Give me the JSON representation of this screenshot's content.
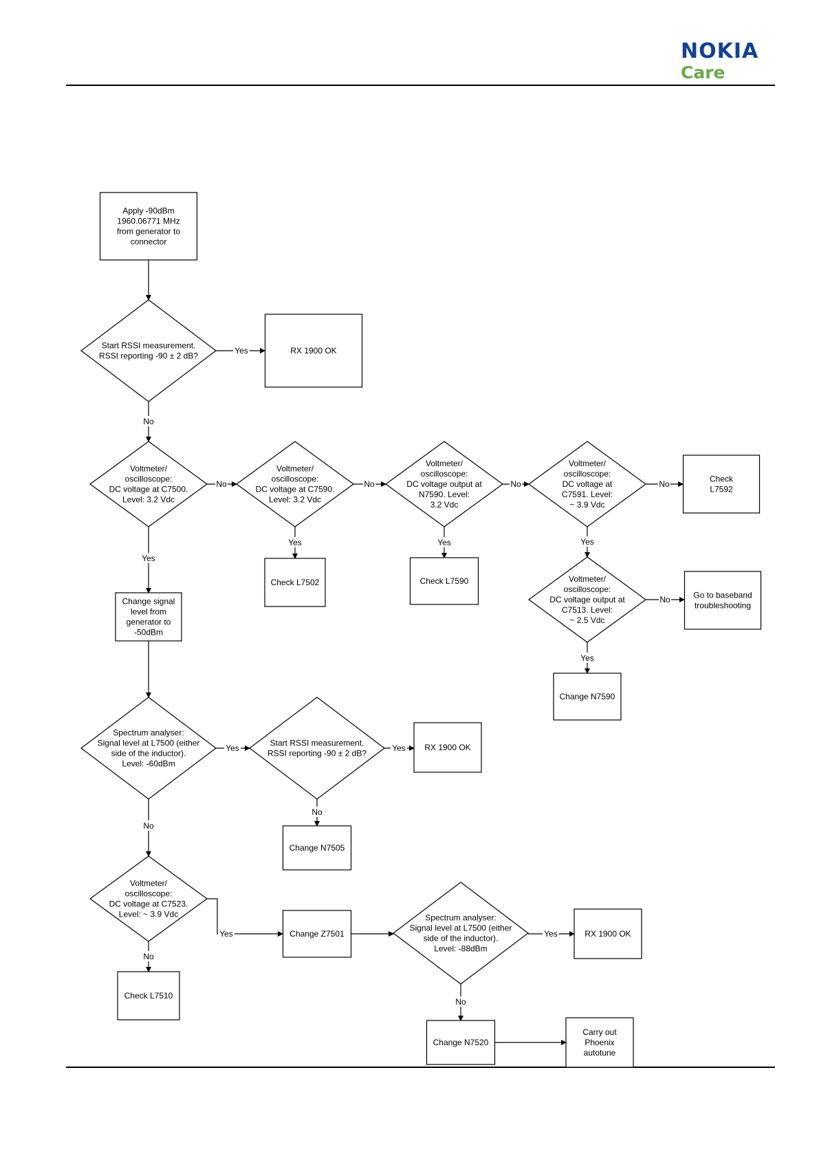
{
  "header": {
    "logo_brand": "NOKIA",
    "logo_sub": "Care",
    "brand_color": "#124191",
    "care_color": "#6aa84f"
  },
  "nodes": {
    "start": "Apply -90dBm\n1960.06771 MHz\nfrom generator to\nconnector",
    "rssi1": "Start RSSI measurement.\nRSSI reporting -90 ± 2 dB?",
    "ok1": "RX 1900 OK",
    "v_c7500": "Voltmeter/\noscilloscope:\nDC voltage at C7500.\nLevel: 3.2 Vdc",
    "v_c7590": "Voltmeter/\noscilloscope:\nDC voltage at C7590.\nLevel: 3.2 Vdc",
    "v_n7590": "Voltmeter/\noscilloscope:\nDC voltage output at\nN7590. Level:\n3.2 Vdc",
    "v_c7591": "Voltmeter/\noscilloscope:\nDC voltage at\nC7591. Level:\n~ 3.9 Vdc",
    "chk_l7592": "Check\nL7592",
    "chk_l7502": "Check L7502",
    "chk_l7590": "Check L7590",
    "v_c7513": "Voltmeter/\noscilloscope:\nDC voltage output at\nC7513. Level:\n~ 2.5 Vdc",
    "baseband": "Go to baseband\ntroubleshooting",
    "chg_n7590": "Change N7590",
    "chg_signal": "Change signal\nlevel from\ngenerator to\n-50dBm",
    "spec1": "Spectrum analyser:\nSignal level at L7500 (either\nside of the inductor).\nLevel: -60dBm",
    "rssi2": "Start RSSI measurement.\nRSSI reporting -90 ± 2 dB?",
    "ok2": "RX 1900 OK",
    "chg_n7505": "Change N7505",
    "v_c7523": "Voltmeter/\noscilloscope:\nDC voltage at C7523.\nLevel: ~ 3.9 Vdc",
    "chk_l7510": "Check L7510",
    "chg_z7501": "Change Z7501",
    "spec2": "Spectrum analyser:\nSignal level at L7500 (either\nside of the inductor).\nLevel: -88dBm",
    "ok3": "RX 1900 OK",
    "chg_n7520": "Change N7520",
    "autotune": "Carry out\nPhoenix\nautotune"
  },
  "edge_labels": {
    "yes": "Yes",
    "no": "No"
  }
}
